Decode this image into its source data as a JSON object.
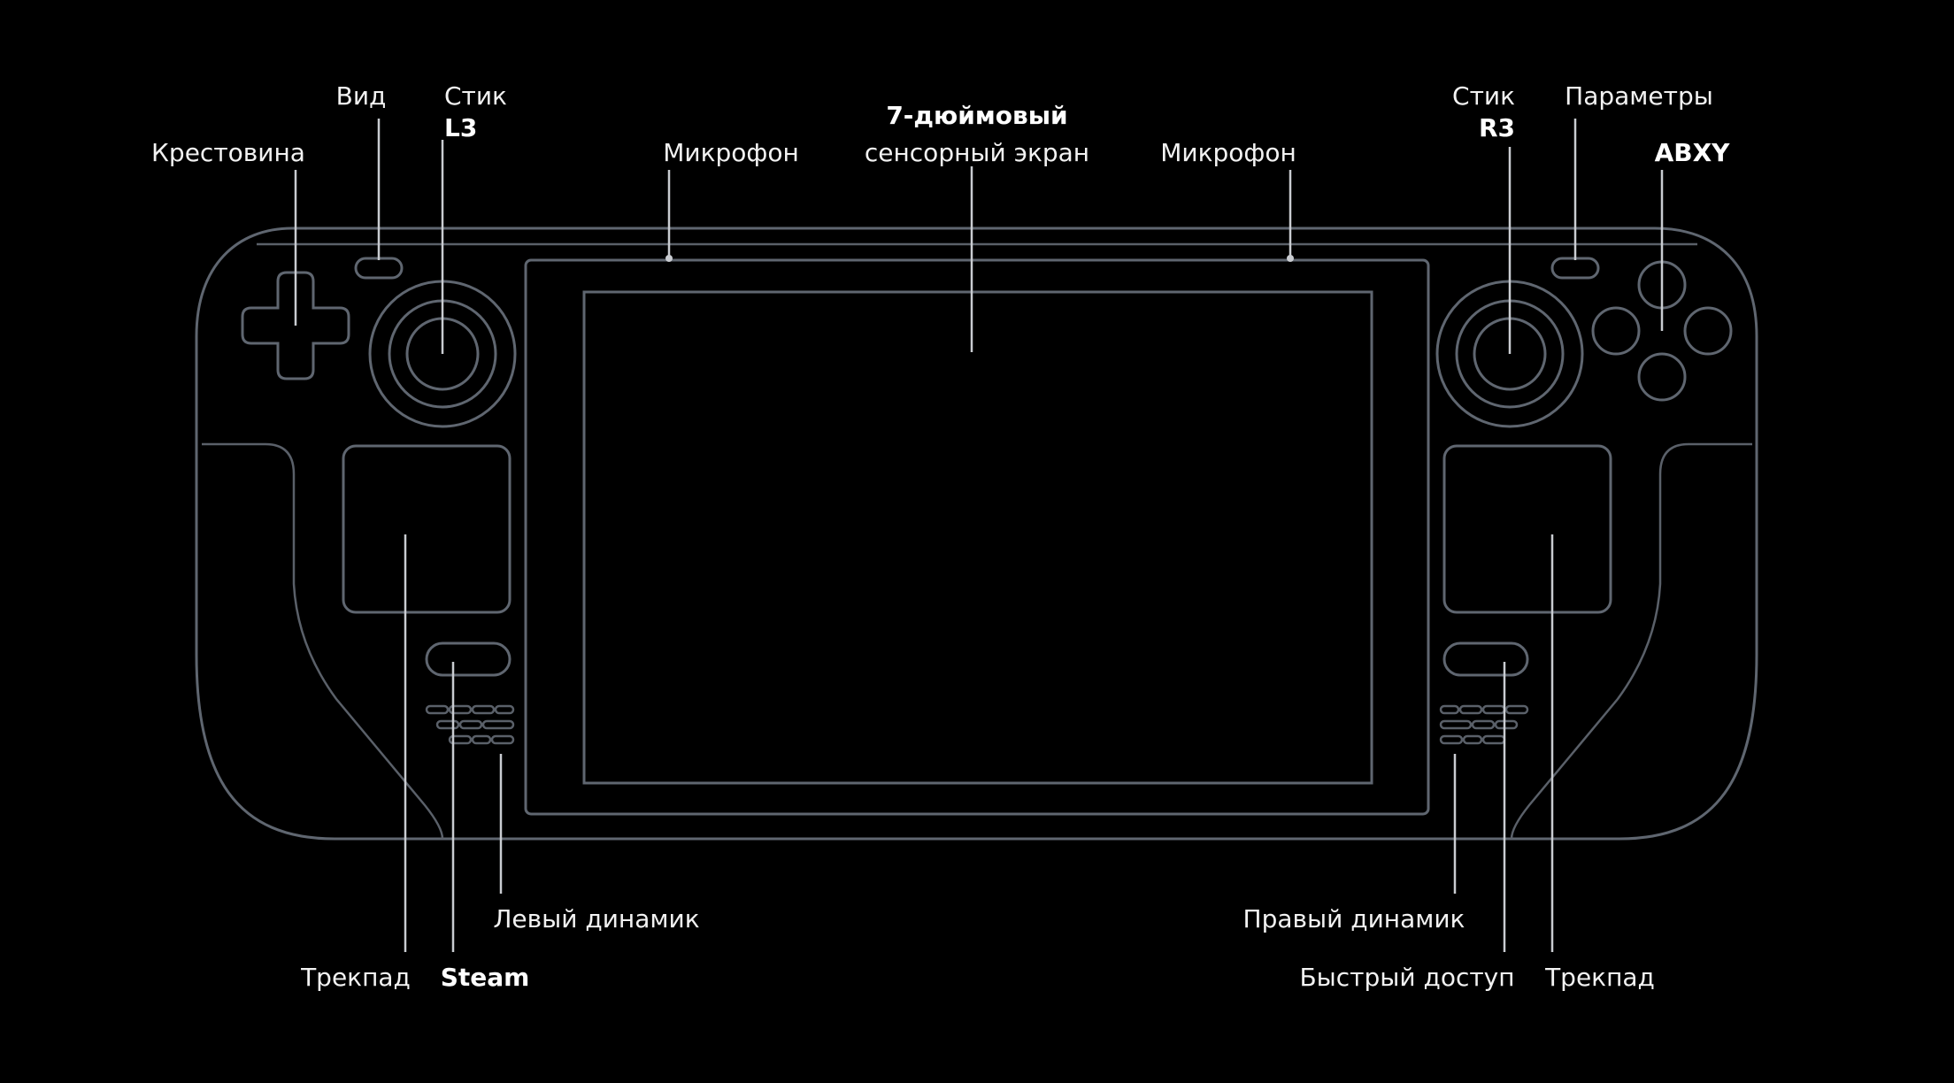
{
  "labels": {
    "dpad": "Крестовина",
    "view": "Вид",
    "stick_left_line1": "Стик",
    "stick_left_line2": "L3",
    "mic_left": "Микрофон",
    "screen_line1": "7-дюймовый",
    "screen_line2": "сенсорный экран",
    "mic_right": "Микрофон",
    "stick_right_line1": "Стик",
    "stick_right_line2": "R3",
    "options": "Параметры",
    "abxy": "ABXY",
    "trackpad_left": "Трекпад",
    "steam": "Steam",
    "speaker_left": "Левый динамик",
    "speaker_right": "Правый динамик",
    "quick_access": "Быстрый доступ",
    "trackpad_right": "Трекпад"
  },
  "colors": {
    "background": "#000000",
    "outline": "#5f6670",
    "leader": "#c9ccd1",
    "text": "#f2f2f2"
  }
}
